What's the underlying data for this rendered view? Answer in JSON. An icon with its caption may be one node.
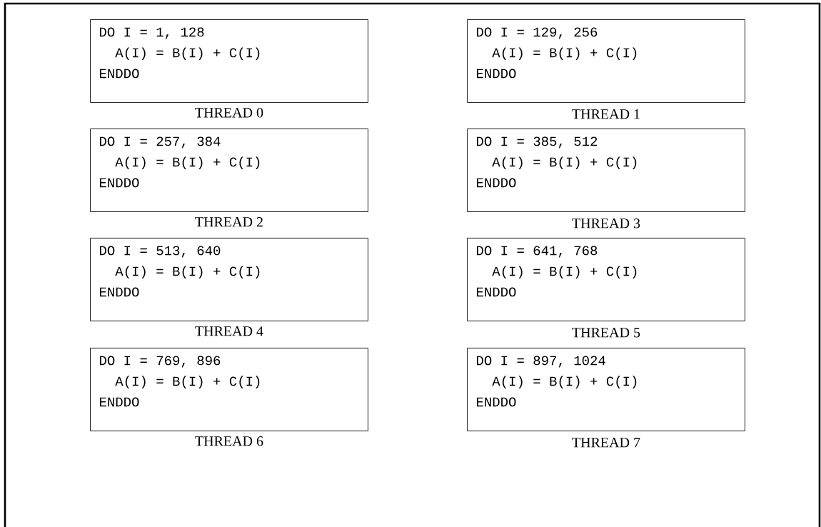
{
  "diagram": {
    "nodes": [
      {
        "text": [
          "DO I = 1, 128",
          "A(I) = B(I) + C(I)",
          "ENDDO"
        ],
        "beside": [
          "THREAD 0"
        ]
      },
      {
        "text": [
          "DO I = 129, 256",
          "A(I) = B(I) + C(I)",
          "ENDDO"
        ],
        "beside": [
          "THREAD 1"
        ]
      },
      {
        "text": [
          "DO I = 257, 384",
          "A(I) = B(I) + C(I)",
          "ENDDO"
        ],
        "beside": [
          "THREAD 2"
        ]
      },
      {
        "text": [
          "DO I = 385, 512",
          "A(I) = B(I) + C(I)",
          "ENDDO"
        ],
        "beside": [
          "THREAD 3"
        ]
      },
      {
        "text": [
          "DO I = 513, 640",
          "A(I) = B(I) + C(I)",
          "ENDDO"
        ],
        "beside": [
          "THREAD 4"
        ]
      },
      {
        "text": [
          "DO I = 641, 768",
          "A(I) = B(I) + C(I)",
          "ENDDO"
        ],
        "beside": [
          "THREAD 5"
        ]
      },
      {
        "text": [
          "DO I = 769, 896",
          "A(I) = B(I) + C(I)",
          "ENDDO"
        ],
        "beside": [
          "THREAD 6"
        ]
      },
      {
        "text": [
          "DO I = 897, 1024",
          "A(I) = B(I) + C(I)",
          "ENDDO"
        ],
        "beside": [
          "THREAD 7"
        ]
      }
    ]
  }
}
